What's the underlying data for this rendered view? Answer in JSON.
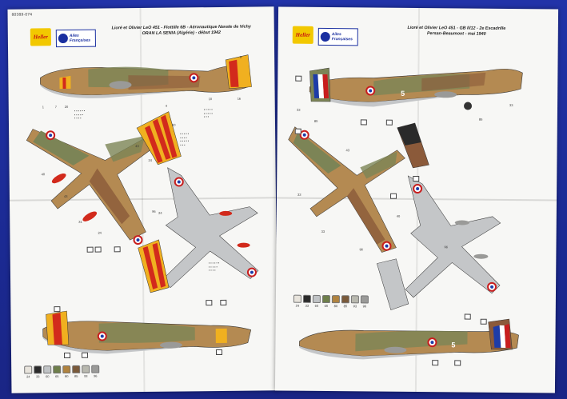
{
  "left": {
    "code": "80389-074",
    "brand": "Heller",
    "partner_line1": "Ailes",
    "partner_line2": "Françaises",
    "title_line1": "Lioré et Olivier LeO 451 - Flottille 6B - Aéronautique Navale de Vichy",
    "title_line2": "ORAN LA SENIA (Algérie) - début 1942",
    "numbers": [
      "7",
      "1",
      "20",
      "43",
      "4",
      "16",
      "10",
      "8",
      "60",
      "96",
      "43",
      "24",
      "24",
      "40",
      "31",
      "24",
      "40",
      "93",
      "3",
      "31",
      "5",
      "3"
    ],
    "paints": [
      {
        "n": "24",
        "c": "#e8e4dc"
      },
      {
        "n": "33",
        "c": "#2a2a2a"
      },
      {
        "n": "60",
        "c": "#c0c3c5"
      },
      {
        "n": "65",
        "c": "#6e7e4a"
      },
      {
        "n": "80",
        "c": "#b0833f"
      },
      {
        "n": "85",
        "c": "#7a5a3a"
      },
      {
        "n": "93",
        "c": "#b8b8ae"
      },
      {
        "n": "96",
        "c": "#9a9a98"
      }
    ]
  },
  "right": {
    "brand": "Heller",
    "partner_line1": "Ailes",
    "partner_line2": "Françaises",
    "title_line1": "Lioré et Olivier LeO 451 - GB II/12 - 2e Escadrille",
    "title_line2": "Persan-Beaumont - mai 1940",
    "numbers": [
      "33",
      "85",
      "33",
      "43",
      "96",
      "33",
      "85",
      "40",
      "33",
      "96",
      "26",
      "85",
      "33",
      "40",
      "43",
      "33",
      "11"
    ],
    "fuselage_code": "5",
    "paints": [
      {
        "n": "24",
        "c": "#e8e4dc"
      },
      {
        "n": "33",
        "c": "#2a2a2a"
      },
      {
        "n": "60",
        "c": "#c0c3c5"
      },
      {
        "n": "65",
        "c": "#6e7e4a"
      },
      {
        "n": "80",
        "c": "#b0833f"
      },
      {
        "n": "85",
        "c": "#7a5a3a"
      },
      {
        "n": "93",
        "c": "#b8b8ae"
      },
      {
        "n": "96",
        "c": "#9a9a98"
      }
    ]
  },
  "colors": {
    "camo_tan": "#b48a52",
    "camo_green": "#7c8456",
    "camo_brown": "#8b5a3a",
    "underside": "#c4c6c8",
    "roundel_blue": "#1e3ca8",
    "roundel_red": "#c81e1e",
    "stripe_yellow": "#f0b020",
    "stripe_red": "#d22a1c"
  }
}
